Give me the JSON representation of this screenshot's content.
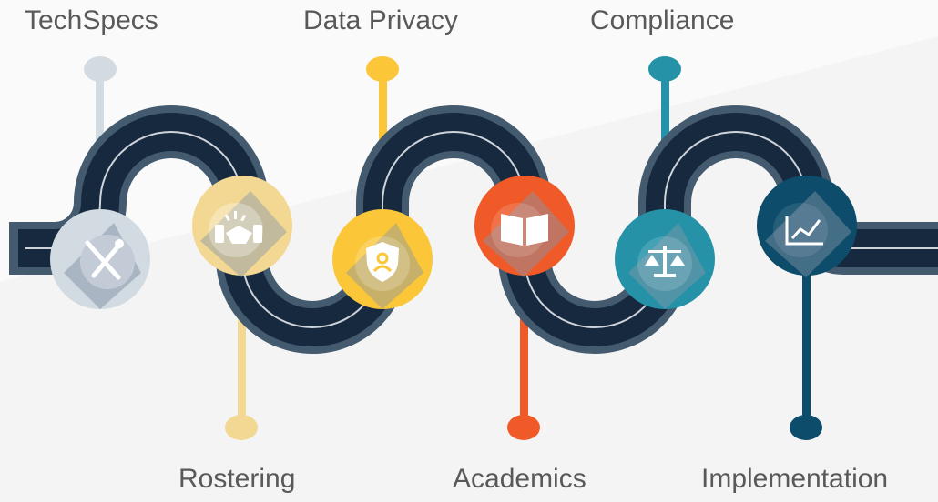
{
  "colors": {
    "background": "#f4f4f4",
    "road_outer": "#435a6f",
    "road_inner": "#16293f",
    "road_line": "#cfd4da",
    "shadow": "#8796a8",
    "tech_specs": "#d2dbe2",
    "rostering": "#f3d894",
    "data_privacy": "#fbc637",
    "academics": "#ef5a28",
    "compliance": "#2592a7",
    "implementation": "#0d4c6a"
  },
  "steps": [
    {
      "label": "TechSpecs",
      "icon": "wrench-screwdriver-icon",
      "color_key": "tech_specs"
    },
    {
      "label": "Rostering",
      "icon": "handshake-icon",
      "color_key": "rostering"
    },
    {
      "label": "Data Privacy",
      "icon": "shield-user-icon",
      "color_key": "data_privacy"
    },
    {
      "label": "Academics",
      "icon": "open-book-icon",
      "color_key": "academics"
    },
    {
      "label": "Compliance",
      "icon": "scales-icon",
      "color_key": "compliance"
    },
    {
      "label": "Implementation",
      "icon": "line-chart-icon",
      "color_key": "implementation"
    }
  ]
}
